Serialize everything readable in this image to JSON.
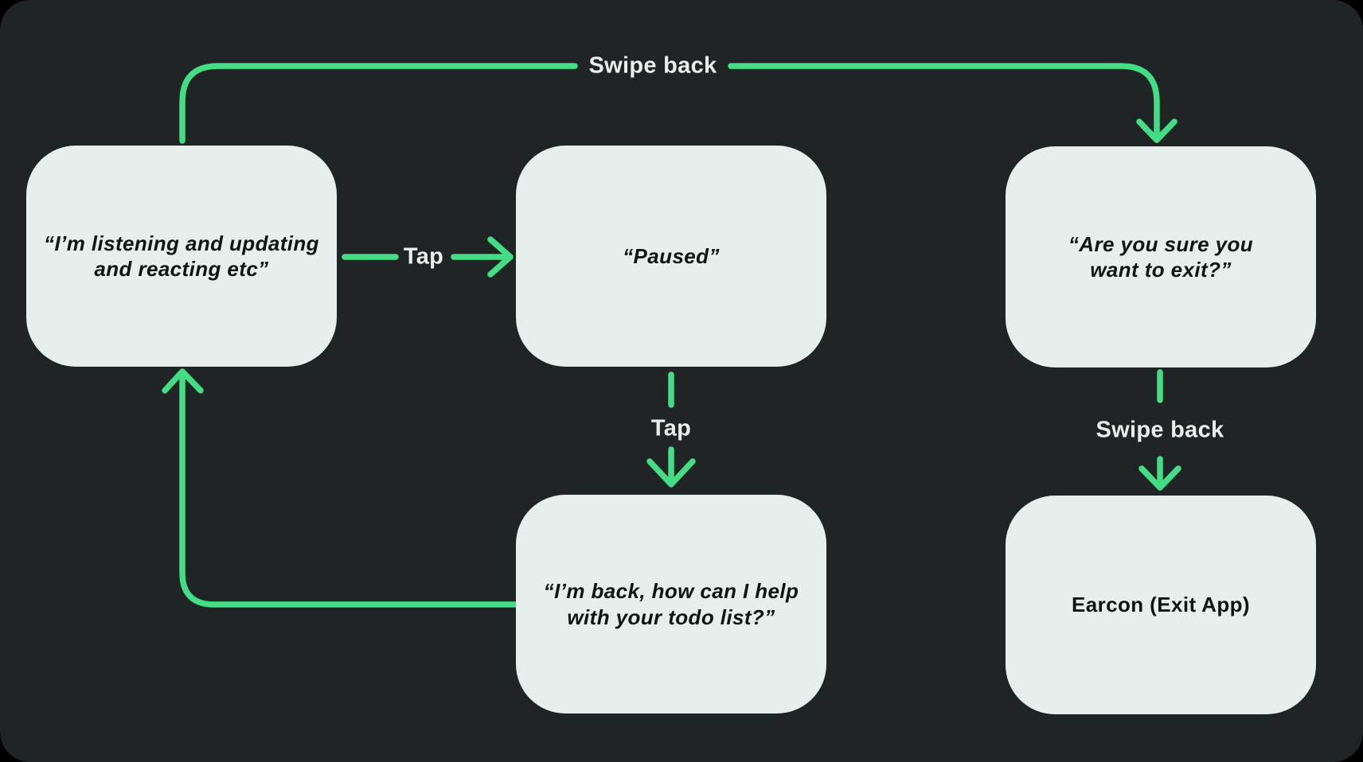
{
  "nodes": [
    {
      "id": "listening",
      "label": "“I’m listening and updating and reacting etc”"
    },
    {
      "id": "paused",
      "label": "“Paused”"
    },
    {
      "id": "are-you-sure",
      "label": "“Are you sure you want to exit?”"
    },
    {
      "id": "im-back",
      "label": "“I’m back, how can I help with your todo list?”"
    },
    {
      "id": "earcon",
      "label": "Earcon (Exit App)"
    }
  ],
  "edges": [
    {
      "from": "listening",
      "to": "paused",
      "label": "Tap"
    },
    {
      "from": "paused",
      "to": "im-back",
      "label": "Tap"
    },
    {
      "from": "listening",
      "to": "are-you-sure",
      "label": "Swipe back"
    },
    {
      "from": "are-you-sure",
      "to": "earcon",
      "label": "Swipe back"
    },
    {
      "from": "im-back",
      "to": "listening",
      "label": ""
    }
  ],
  "colors": {
    "background": "#1e2524",
    "node_fill": "#e7efec",
    "accent_green": "#44dc84",
    "node_text": "#0f1513",
    "label_text": "#e9efec"
  }
}
